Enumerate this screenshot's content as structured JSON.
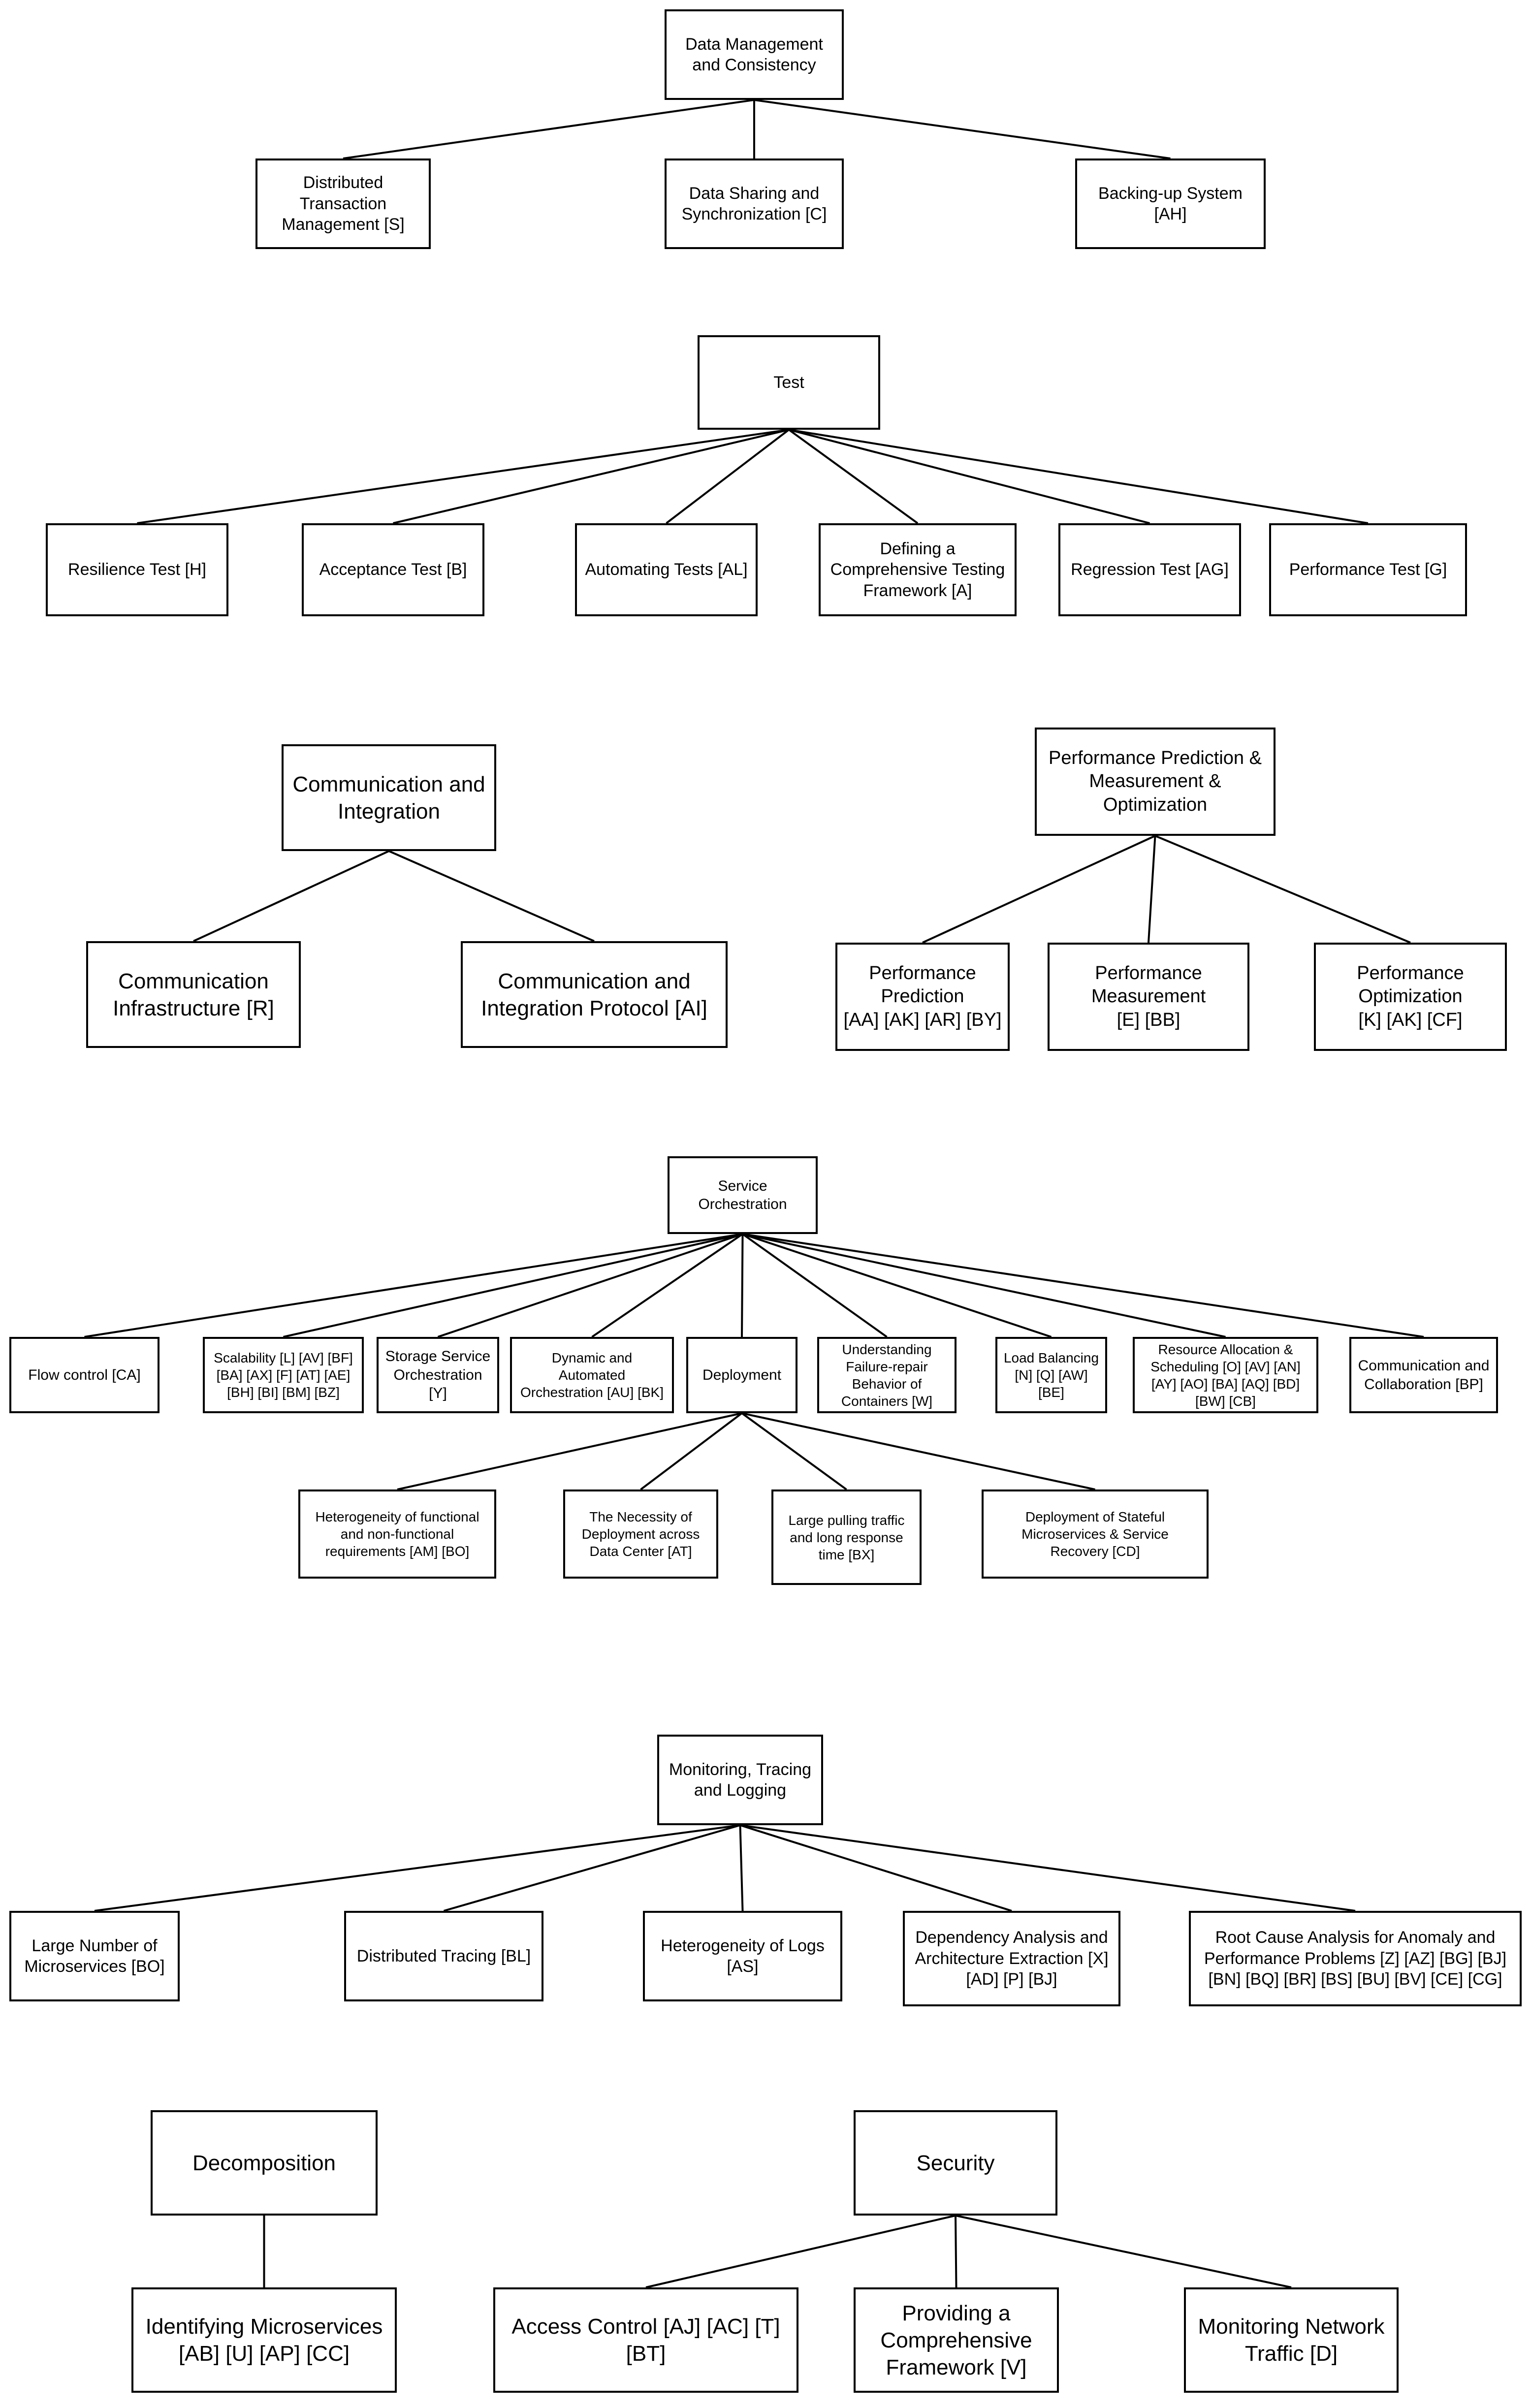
{
  "colors": {
    "line": "#000000",
    "box_border": "#000000",
    "background": "#ffffff"
  },
  "trees": {
    "data_mgmt": {
      "root": "Data Management\nand Consistency",
      "children": [
        "Distributed\nTransaction\nManagement [S]",
        "Data Sharing and\nSynchronization [C]",
        "Backing-up System\n[AH]"
      ]
    },
    "test": {
      "root": "Test",
      "children": [
        "Resilience Test [H]",
        "Acceptance Test [B]",
        "Automating Tests [AL]",
        "Defining a\nComprehensive Testing\nFramework [A]",
        "Regression Test [AG]",
        "Performance Test [G]"
      ]
    },
    "comm": {
      "root": "Communication and\nIntegration",
      "children": [
        "Communication\nInfrastructure [R]",
        "Communication and\nIntegration Protocol  [AI]"
      ]
    },
    "perf": {
      "root": "Performance Prediction &\nMeasurement & Optimization",
      "children": [
        "Performance Prediction\n[AA] [AK] [AR] [BY]",
        "Performance Measurement\n[E] [BB]",
        "Performance Optimization\n[K] [AK] [CF]"
      ]
    },
    "orch": {
      "root": "Service Orchestration",
      "children": [
        "Flow control [CA]",
        "Scalability [L] [AV] [BF]\n[BA] [AX] [F] [AT] [AE]\n[BH] [BI] [BM] [BZ]",
        "Storage Service\nOrchestration [Y]",
        "Dynamic and\nAutomated\nOrchestration [AU] [BK]",
        "Deployment",
        "Understanding\nFailure-repair\nBehavior of\nContainers [W]",
        "Load Balancing\n[N] [Q] [AW]\n[BE]",
        "Resource Allocation &\nScheduling [O] [AV] [AN]\n[AY] [AO] [BA] [AQ] [BD]\n[BW] [CB]",
        "Communication and\nCollaboration [BP]"
      ]
    },
    "deploy": {
      "children": [
        "Heterogeneity of functional\nand non-functional\nrequirements [AM] [BO]",
        "The Necessity of\nDeployment across\nData Center [AT]",
        "Large pulling traffic\nand long response\ntime [BX]",
        "Deployment of Stateful\nMicroservices & Service\nRecovery [CD]"
      ]
    },
    "monitor": {
      "root": "Monitoring, Tracing\nand Logging",
      "children": [
        "Large Number of\nMicroservices [BO]",
        "Distributed Tracing [BL]",
        "Heterogeneity of Logs\n[AS]",
        "Dependency Analysis and\nArchitecture Extraction [X]\n[AD] [P] [BJ]",
        "Root Cause Analysis for Anomaly and\nPerformance Problems [Z] [AZ] [BG] [BJ]\n[BN] [BQ] [BR] [BS] [BU] [BV] [CE] [CG]"
      ]
    },
    "decomp": {
      "root": "Decomposition",
      "children": [
        "Identifying Microservices\n[AB] [U] [AP] [CC]"
      ]
    },
    "security": {
      "root": "Security",
      "children": [
        "Access Control [AJ] [AC] [T] [BT]",
        "Providing a\nComprehensive\nFramework [V]",
        "Monitoring Network\nTraffic [D]"
      ]
    }
  }
}
